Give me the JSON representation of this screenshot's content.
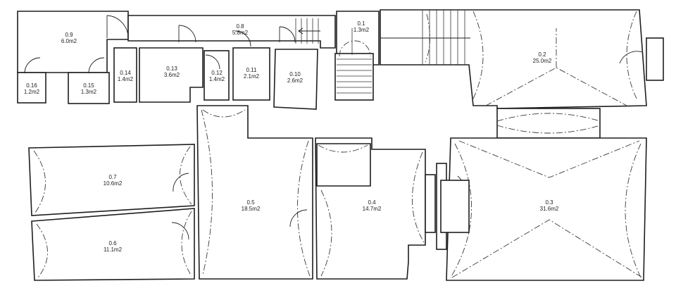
{
  "rooms": [
    {
      "id": "r09",
      "number": "0.9",
      "area": "6.0m2"
    },
    {
      "id": "r16",
      "number": "0.16",
      "area": "1.2m2"
    },
    {
      "id": "r15",
      "number": "0.15",
      "area": "1.3m2"
    },
    {
      "id": "r14",
      "number": "0.14",
      "area": "1.4m2"
    },
    {
      "id": "r13",
      "number": "0.13",
      "area": "3.6m2"
    },
    {
      "id": "r12",
      "number": "0.12",
      "area": "1.4m2"
    },
    {
      "id": "r11",
      "number": "0.11",
      "area": "2.1m2"
    },
    {
      "id": "r10",
      "number": "0.10",
      "area": "2.6m2"
    },
    {
      "id": "r08",
      "number": "0.8",
      "area": "5.8m2"
    },
    {
      "id": "r01",
      "number": "0.1",
      "area": "1.3m2"
    },
    {
      "id": "r02",
      "number": "0.2",
      "area": "25.0m2"
    },
    {
      "id": "r07",
      "number": "0.7",
      "area": "10.6m2"
    },
    {
      "id": "r06",
      "number": "0.6",
      "area": "11.1m2"
    },
    {
      "id": "r05",
      "number": "0.5",
      "area": "18.5m2"
    },
    {
      "id": "r04",
      "number": "0.4",
      "area": "14.7m2"
    },
    {
      "id": "r03",
      "number": "0.3",
      "area": "31.6m2"
    }
  ]
}
